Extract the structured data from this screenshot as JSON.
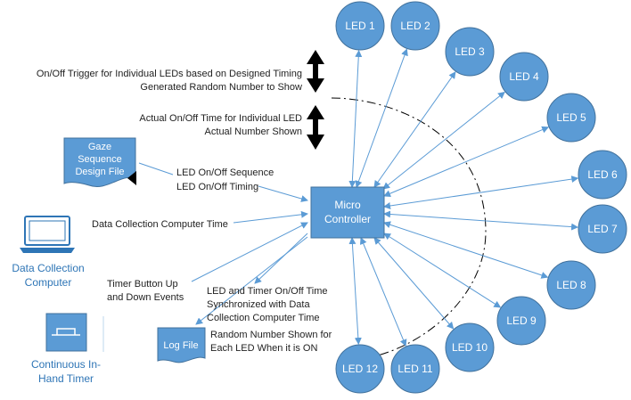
{
  "colors": {
    "node_fill": "#5B9BD5",
    "node_stroke": "#41719C",
    "node_text": "#ffffff",
    "arrow": "#5B9BD5",
    "label_text": "#222222",
    "blue_label_text": "#2E75B6",
    "black_arrow": "#000000",
    "dash_line": "#000000"
  },
  "controller": {
    "line1": "Micro",
    "line2": "Controller"
  },
  "leds": [
    "LED 1",
    "LED 2",
    "LED 3",
    "LED 4",
    "LED 5",
    "LED 6",
    "LED 7",
    "LED 8",
    "LED 9",
    "LED 10",
    "LED 11",
    "LED 12"
  ],
  "labels": {
    "trigger_line1": "On/Off Trigger for Individual LEDs based on Designed Timing",
    "trigger_line2": "Generated Random Number to Show",
    "actual_line1": "Actual On/Off Time for Individual LED",
    "actual_line2": "Actual Number Shown",
    "design_file_line1": "Gaze",
    "design_file_line2": "Sequence",
    "design_file_line3": "Design File",
    "sequence_line1": "LED On/Off Sequence",
    "sequence_line2": "LED On/Off Timing",
    "computer_time": "Data Collection Computer Time",
    "computer_line1": "Data Collection",
    "computer_line2": "Computer",
    "timer_events_line1": "Timer Button Up",
    "timer_events_line2": "and Down Events",
    "timer_line1": "Continuous In-",
    "timer_line2": "Hand Timer",
    "sync_line1": "LED and Timer On/Off Time",
    "sync_line2": "Synchronized with Data",
    "sync_line3": "Collection Computer Time",
    "random_line1": "Random Number Shown for",
    "random_line2": "Each LED When it is ON",
    "log_file": "Log File"
  },
  "icons": [
    "double-arrow-icon",
    "computer-icon",
    "timer-icon",
    "document-icon"
  ]
}
